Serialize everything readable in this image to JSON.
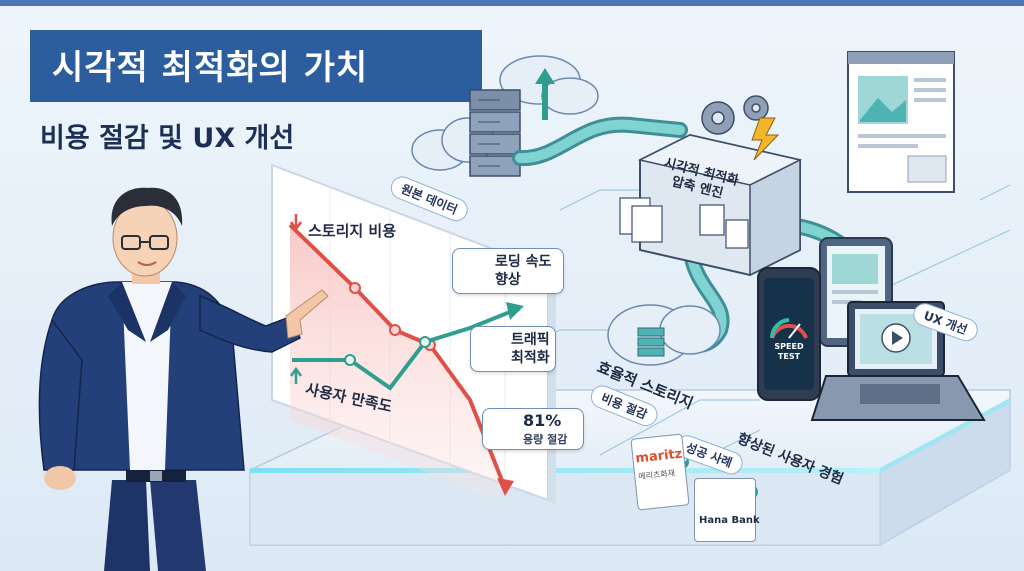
{
  "header": {
    "title": "시각적 최적화의 가치",
    "subtitle": "비용 절감 및 UX 개선"
  },
  "chart": {
    "cost_label": "스토리지 비용",
    "satisfaction_label": "사용자 만족도"
  },
  "callouts": {
    "loading_line1": "로딩 속도",
    "loading_line2": "향상",
    "traffic_line1": "트래픽",
    "traffic_line2": "최적화",
    "capacity_value": "81%",
    "capacity_label": "용량 절감"
  },
  "flow": {
    "source_data": "원본 데이터",
    "engine_line1": "시각적 최적화",
    "engine_line2": "압축 엔진",
    "efficient_storage": "효율적 스토리지",
    "cost_saving": "비용 절감",
    "ux_improve": "UX 개선",
    "improved_ux": "향상된 사용자 경험",
    "success_cases": "성공 사례",
    "speed_test": "SPEED TEST"
  },
  "logos": {
    "maritz": "maritz",
    "maritz_sub": "메리츠화재",
    "hana": "Hana Bank"
  },
  "colors": {
    "title_bg": "#2c5e9f",
    "cost_line": "#e0504a",
    "satisfaction_line": "#2f9e8e",
    "pipe": "#4fb3b3"
  }
}
